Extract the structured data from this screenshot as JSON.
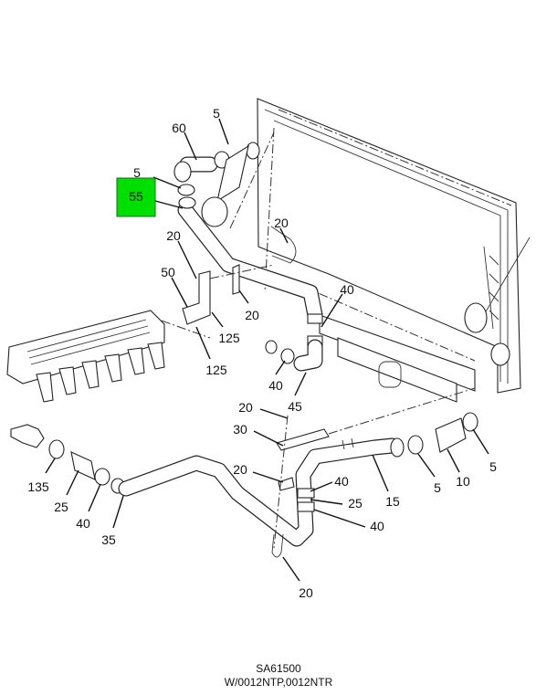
{
  "diagram": {
    "highlight_color": "#00e000",
    "highlighted_callout": "55",
    "callouts": [
      "60",
      "5",
      "5",
      "55",
      "20",
      "20",
      "50",
      "40",
      "20",
      "125",
      "125",
      "40",
      "45",
      "20",
      "30",
      "20",
      "40",
      "25",
      "15",
      "5",
      "10",
      "5",
      "40",
      "135",
      "25",
      "40",
      "35",
      "20"
    ]
  },
  "footer": {
    "drawing_id": "SA61500",
    "applicability": "W/0012NTP,0012NTR"
  }
}
